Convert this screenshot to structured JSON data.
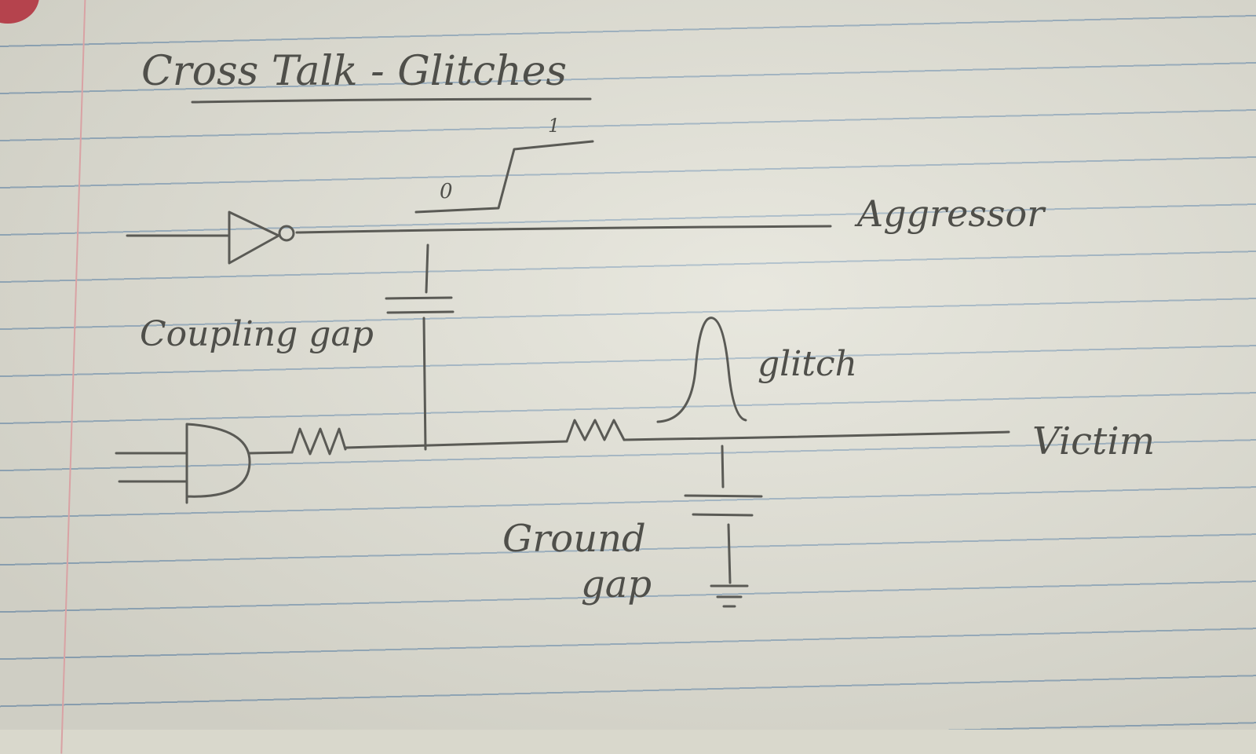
{
  "title": "Cross Talk - Glitches",
  "labels": {
    "aggressor": "Aggressor",
    "victim": "Victim",
    "coupling_gap": "Coupling gap",
    "glitch": "glitch",
    "ground_gap_line1": "Ground",
    "ground_gap_line2": "gap",
    "level_low": "0",
    "level_high": "1"
  }
}
